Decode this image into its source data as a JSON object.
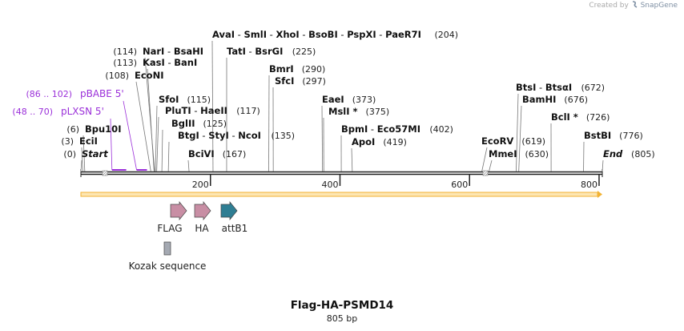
{
  "watermark": {
    "prefix": "Created by",
    "brand": "SnapGene"
  },
  "plasmid": {
    "name": "Flag-HA-PSMD14",
    "size_label": "805 bp",
    "length_bp": 805
  },
  "sites": [
    {
      "labels": [
        "AvaI",
        "SmlI",
        "XhoI",
        "BsoBI",
        "PspXI",
        "PaeR7I"
      ],
      "pos_label": "(204)",
      "bp": 204,
      "pos_side": "right"
    },
    {
      "labels": [
        "NarI",
        "BsaHI"
      ],
      "pos_label": "(114)",
      "bp": 114,
      "pos_side": "left"
    },
    {
      "labels": [
        "KasI",
        "BanI"
      ],
      "pos_label": "(113)",
      "bp": 113,
      "pos_side": "left"
    },
    {
      "labels": [
        "EcoNI"
      ],
      "pos_label": "(108)",
      "bp": 108,
      "pos_side": "left"
    },
    {
      "labels": [
        "TatI",
        "BsrGI"
      ],
      "pos_label": "(225)",
      "bp": 225,
      "pos_side": "right"
    },
    {
      "labels": [
        "BmrI"
      ],
      "pos_label": "(290)",
      "bp": 290,
      "pos_side": "right"
    },
    {
      "labels": [
        "SfcI"
      ],
      "pos_label": "(297)",
      "bp": 297,
      "pos_side": "right"
    },
    {
      "labels": [
        "SfoI"
      ],
      "pos_label": "(115)",
      "bp": 115,
      "pos_side": "right"
    },
    {
      "labels": [
        "PluTI",
        "HaeII"
      ],
      "pos_label": "(117)",
      "bp": 117,
      "pos_side": "right"
    },
    {
      "labels": [
        "BglII"
      ],
      "pos_label": "(125)",
      "bp": 125,
      "pos_side": "right"
    },
    {
      "labels": [
        "BtgI",
        "StyI",
        "NcoI"
      ],
      "pos_label": "(135)",
      "bp": 135,
      "pos_side": "right"
    },
    {
      "labels": [
        "BciVI"
      ],
      "pos_label": "(167)",
      "bp": 167,
      "pos_side": "right"
    },
    {
      "labels": [
        "EaeI"
      ],
      "pos_label": "(373)",
      "bp": 373,
      "pos_side": "right"
    },
    {
      "labels": [
        "MslI *"
      ],
      "pos_label": "(375)",
      "bp": 375,
      "pos_side": "right"
    },
    {
      "labels": [
        "BpmI",
        "Eco57MI"
      ],
      "pos_label": "(402)",
      "bp": 402,
      "pos_side": "right"
    },
    {
      "labels": [
        "ApoI"
      ],
      "pos_label": "(419)",
      "bp": 419,
      "pos_side": "right"
    },
    {
      "labels": [
        "BtsI",
        "BtsαI"
      ],
      "pos_label": "(672)",
      "bp": 672,
      "pos_side": "right"
    },
    {
      "labels": [
        "BamHI"
      ],
      "pos_label": "(676)",
      "bp": 676,
      "pos_side": "right"
    },
    {
      "labels": [
        "BclI *"
      ],
      "pos_label": "(726)",
      "bp": 726,
      "pos_side": "right"
    },
    {
      "labels": [
        "BstBI"
      ],
      "pos_label": "(776)",
      "bp": 776,
      "pos_side": "right"
    },
    {
      "labels": [
        "EcoRV"
      ],
      "pos_label": "(619)",
      "bp": 619,
      "pos_side": "right"
    },
    {
      "labels": [
        "MmeI"
      ],
      "pos_label": "(630)",
      "bp": 630,
      "pos_side": "right"
    },
    {
      "labels": [
        "End"
      ],
      "pos_label": "(805)",
      "bp": 805,
      "pos_side": "right",
      "italic": true
    },
    {
      "labels": [
        "Bpu10I"
      ],
      "pos_label": "(6)",
      "bp": 6,
      "pos_side": "left"
    },
    {
      "labels": [
        "EciI"
      ],
      "pos_label": "(3)",
      "bp": 3,
      "pos_side": "left"
    },
    {
      "labels": [
        "Start"
      ],
      "pos_label": "(0)",
      "bp": 0,
      "pos_side": "left",
      "italic": true
    }
  ],
  "primers": [
    {
      "name": "pBABE 5'",
      "range_label": "(86 .. 102)",
      "start": 86,
      "end": 102,
      "color": "#9b30d9"
    },
    {
      "name": "pLXSN 5'",
      "range_label": "(48 .. 70)",
      "start": 48,
      "end": 70,
      "color": "#9b30d9"
    }
  ],
  "ruler": {
    "ticks": [
      {
        "label": "200",
        "bp": 200
      },
      {
        "label": "400",
        "bp": 400
      },
      {
        "label": "600",
        "bp": 600
      },
      {
        "label": "800",
        "bp": 800
      }
    ]
  },
  "features": [
    {
      "name": "FLAG",
      "color": "#c88ea4",
      "type": "arrow",
      "bp": 142
    },
    {
      "name": "HA",
      "color": "#c88ea4",
      "type": "arrow",
      "bp": 177
    },
    {
      "name": "attB1",
      "color": "#2f7e93",
      "type": "arrow",
      "bp": 226
    },
    {
      "name": "Kozak sequence",
      "color": "#a4a9b2",
      "type": "box",
      "bp": 134
    }
  ],
  "colors": {
    "backbone": "#222222",
    "orf_arrow": "#f2b233",
    "primer": "#9b30d9",
    "site_text": "#111111"
  }
}
